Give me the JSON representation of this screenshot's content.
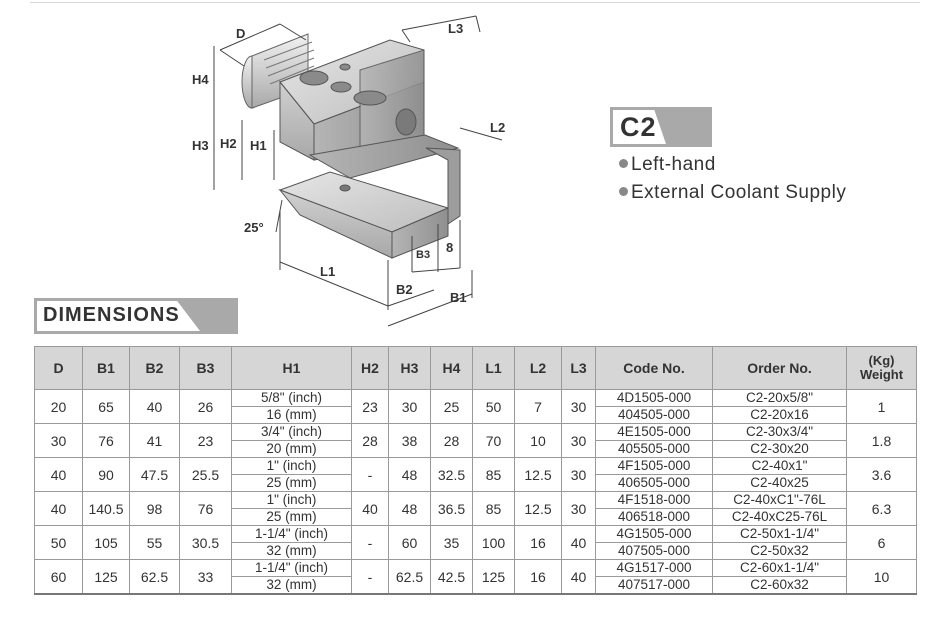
{
  "dimension_labels": {
    "D": "D",
    "L3": "L3",
    "H4": "H4",
    "H3": "H3",
    "H2": "H2",
    "H1": "H1",
    "L2": "L2",
    "angle": "25°",
    "B3": "B3",
    "eight": "8",
    "L1": "L1",
    "B2": "B2",
    "B1": "B1"
  },
  "badge": {
    "label": "C2"
  },
  "features": [
    {
      "label": "Left-hand"
    },
    {
      "label": "External Coolant Supply"
    }
  ],
  "section_title": "DIMENSIONS",
  "table": {
    "headers": [
      "D",
      "B1",
      "B2",
      "B3",
      "H1",
      "H2",
      "H3",
      "H4",
      "L1",
      "L2",
      "L3",
      "Code No.",
      "Order No."
    ],
    "weight_header": {
      "line1": "(Kg)",
      "line2": "Weight"
    },
    "rows": [
      {
        "D": "20",
        "B1": "65",
        "B2": "40",
        "B3": "26",
        "H1_inch": "5/8\" (inch)",
        "H1_mm": "16 (mm)",
        "H2": "23",
        "H3": "30",
        "H4": "25",
        "L1": "50",
        "L2": "7",
        "L3": "30",
        "code1": "4D1505-000",
        "code2": "404505-000",
        "order1": "C2-20x5/8\"",
        "order2": "C2-20x16",
        "weight": "1"
      },
      {
        "D": "30",
        "B1": "76",
        "B2": "41",
        "B3": "23",
        "H1_inch": "3/4\" (inch)",
        "H1_mm": "20 (mm)",
        "H2": "28",
        "H3": "38",
        "H4": "28",
        "L1": "70",
        "L2": "10",
        "L3": "30",
        "code1": "4E1505-000",
        "code2": "405505-000",
        "order1": "C2-30x3/4\"",
        "order2": "C2-30x20",
        "weight": "1.8"
      },
      {
        "D": "40",
        "B1": "90",
        "B2": "47.5",
        "B3": "25.5",
        "H1_inch": "1\" (inch)",
        "H1_mm": "25 (mm)",
        "H2": "-",
        "H3": "48",
        "H4": "32.5",
        "L1": "85",
        "L2": "12.5",
        "L3": "30",
        "code1": "4F1505-000",
        "code2": "406505-000",
        "order1": "C2-40x1\"",
        "order2": "C2-40x25",
        "weight": "3.6"
      },
      {
        "D": "40",
        "B1": "140.5",
        "B2": "98",
        "B3": "76",
        "H1_inch": "1\" (inch)",
        "H1_mm": "25 (mm)",
        "H2": "40",
        "H3": "48",
        "H4": "36.5",
        "L1": "85",
        "L2": "12.5",
        "L3": "30",
        "code1": "4F1518-000",
        "code2": "406518-000",
        "order1": "C2-40xC1\"-76L",
        "order2": "C2-40xC25-76L",
        "weight": "6.3"
      },
      {
        "D": "50",
        "B1": "105",
        "B2": "55",
        "B3": "30.5",
        "H1_inch": "1-1/4\" (inch)",
        "H1_mm": "32 (mm)",
        "H2": "-",
        "H3": "60",
        "H4": "35",
        "L1": "100",
        "L2": "16",
        "L3": "40",
        "code1": "4G1505-000",
        "code2": "407505-000",
        "order1": "C2-50x1-1/4\"",
        "order2": "C2-50x32",
        "weight": "6"
      },
      {
        "D": "60",
        "B1": "125",
        "B2": "62.5",
        "B3": "33",
        "H1_inch": "1-1/4\" (inch)",
        "H1_mm": "32 (mm)",
        "H2": "-",
        "H3": "62.5",
        "H4": "42.5",
        "L1": "125",
        "L2": "16",
        "L3": "40",
        "code1": "4G1517-000",
        "code2": "407517-000",
        "order1": "C2-60x1-1/4\"",
        "order2": "C2-60x32",
        "weight": "10"
      }
    ]
  }
}
